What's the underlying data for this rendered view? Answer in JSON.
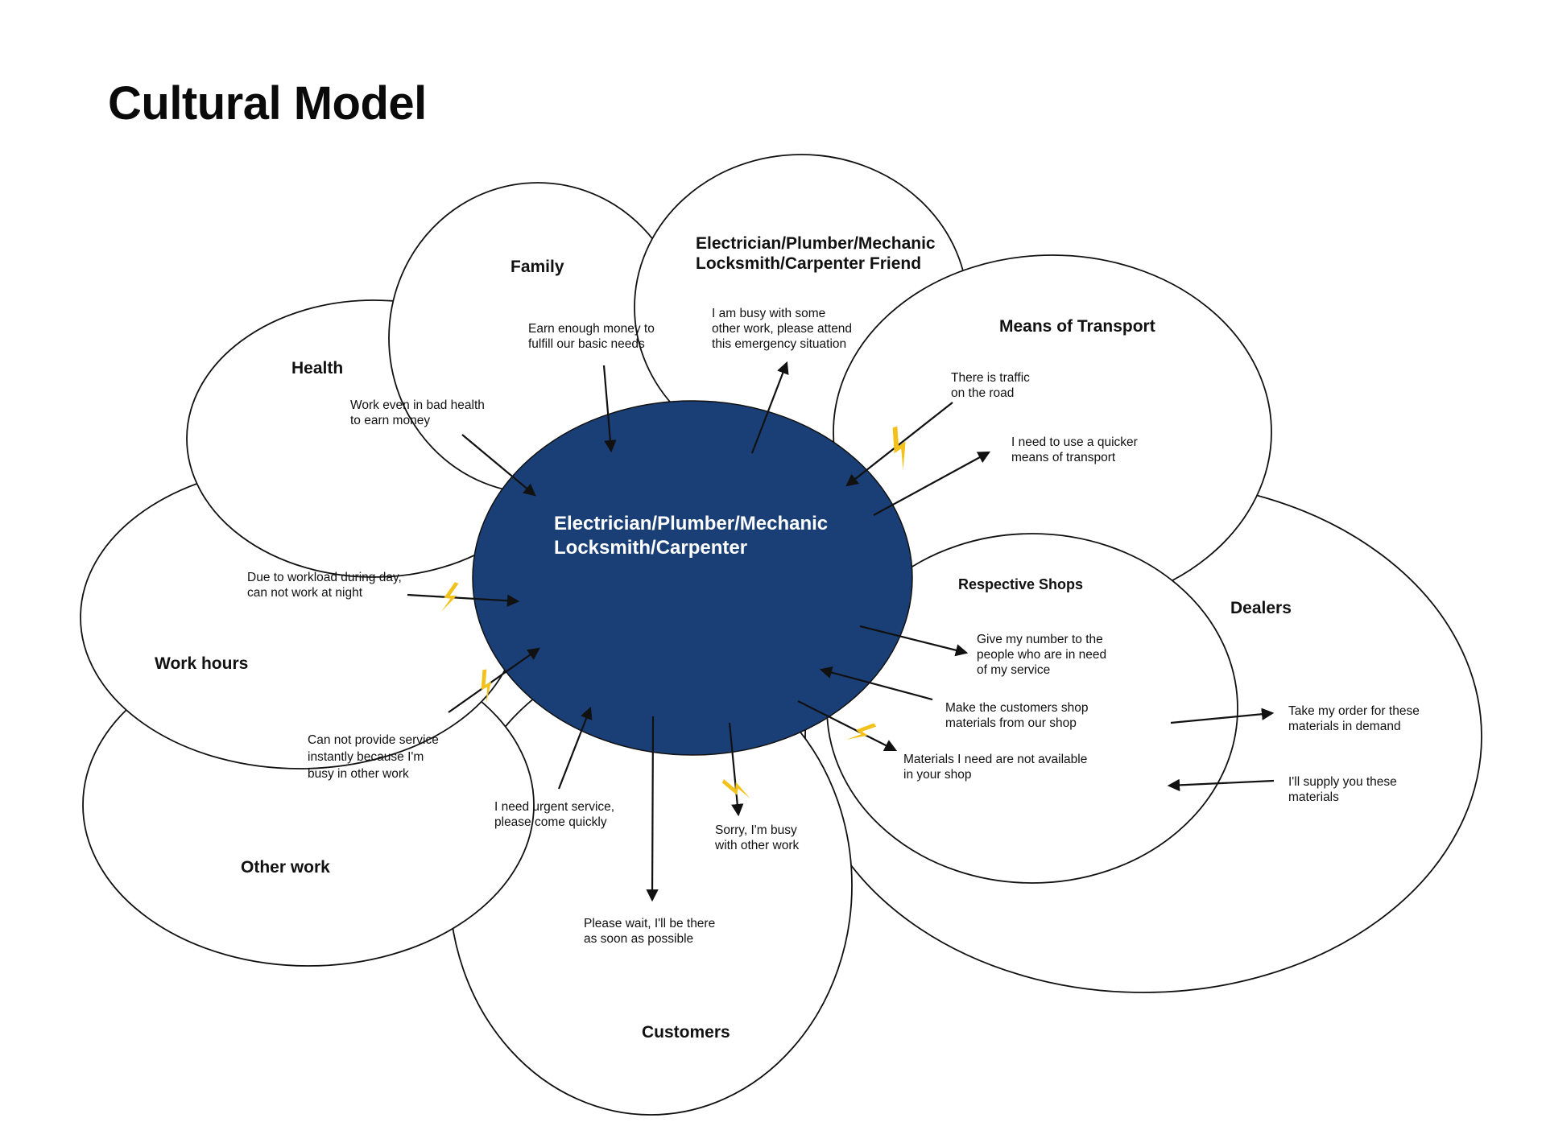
{
  "page": {
    "title": "Cultural Model"
  },
  "colors": {
    "center_fill": "#1a3f77",
    "bubble_stroke": "#111111",
    "arrow": "#111111",
    "breakdown": "#f2c21b"
  },
  "center": {
    "lines": [
      "Electrician/Plumber/Mechanic",
      "Locksmith/Carpenter"
    ]
  },
  "influencers": {
    "family": {
      "label": "Family",
      "note": [
        "Earn enough money to",
        "fulfill our basic needs"
      ]
    },
    "friend": {
      "lines": [
        "Electrician/Plumber/Mechanic",
        "Locksmith/Carpenter Friend"
      ],
      "note": [
        "I am busy with some",
        "other work, please attend",
        "this emergency situation"
      ]
    },
    "transport": {
      "label": "Means of Transport",
      "note_traffic": [
        "There is traffic",
        "on the road"
      ],
      "note_quicker": [
        "I need to use a quicker",
        "means of transport"
      ]
    },
    "health": {
      "label": "Health",
      "note": [
        "Work even in bad health",
        "to earn money"
      ]
    },
    "work_hours": {
      "label": "Work hours",
      "note": [
        "Due to workload during day,",
        "can not work at night"
      ]
    },
    "other_work": {
      "label": "Other work",
      "note": [
        "Can not provide service",
        "instantly because I'm",
        "busy in other work"
      ]
    },
    "customers": {
      "label": "Customers",
      "note_urgent": [
        "I need urgent service,",
        "please come quickly"
      ],
      "note_wait": [
        "Please wait, I'll be there",
        "as soon as possible"
      ],
      "note_sorry": [
        "Sorry, I'm busy",
        "with other work"
      ]
    },
    "shops": {
      "label": "Respective Shops",
      "note_number": [
        "Give my number to the",
        "people who are in need",
        "of my service"
      ],
      "note_materials": [
        "Make the customers shop",
        "materials from our shop"
      ],
      "note_unavailable": [
        "Materials I need are not available",
        "in your shop"
      ]
    },
    "dealers": {
      "label": "Dealers",
      "note_order": [
        "Take my order for these",
        "materials in demand"
      ],
      "note_supply": [
        "I'll supply you these",
        "materials"
      ]
    }
  }
}
